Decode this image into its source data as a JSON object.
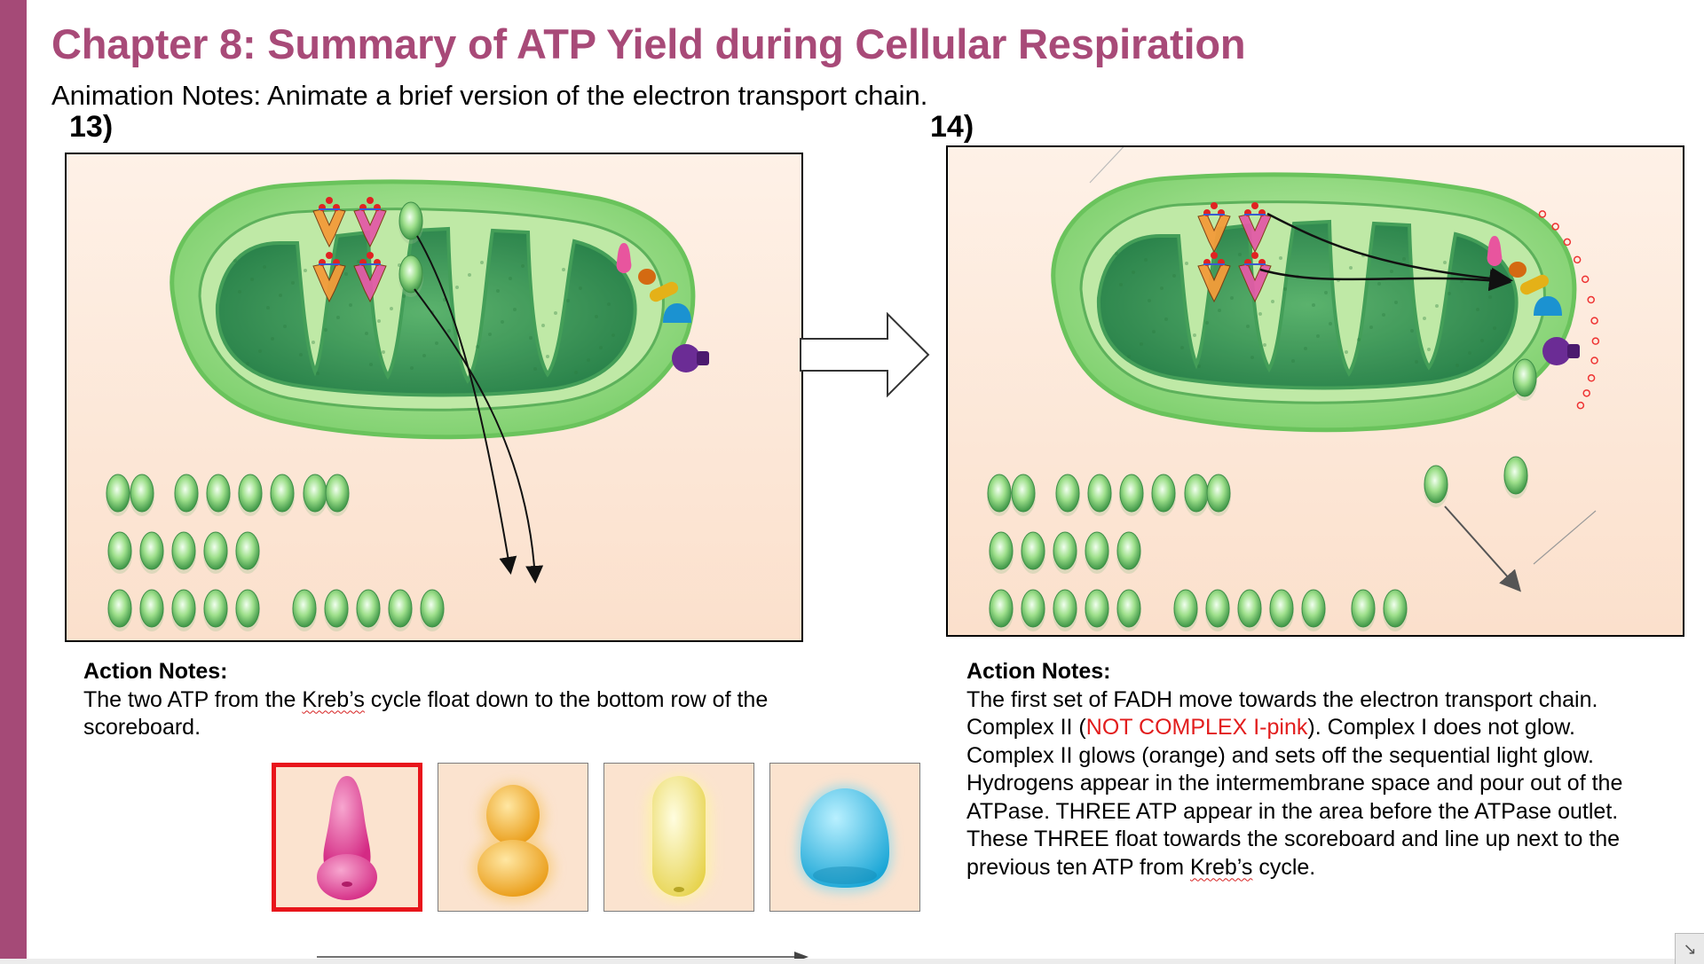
{
  "slide": {
    "title": "Chapter 8: Summary of ATP Yield during Cellular Respiration",
    "subtitle": "Animation Notes: Animate a brief version of the electron transport chain."
  },
  "panel_13": {
    "number": "13)",
    "notes_heading": "Action Notes:",
    "notes_p1": "The two ATP from the ",
    "notes_kreb": "Kreb’s",
    "notes_p2": " cycle float down to the bottom row of the scoreboard."
  },
  "panel_14": {
    "number": "14)",
    "notes_heading": "Action Notes:",
    "line1": "The first set of FADH move towards the electron transport chain.",
    "line2_a": "Complex II (",
    "line2_red": "NOT COMPLEX I-pink",
    "line2_b": "). Complex I does not glow.",
    "line3": "Complex II glows (orange) and sets off the sequential light glow.",
    "line4": "Hydrogens appear in the intermembrane space and pour out of the ATPase.  THREE ATP appear in the area before the ATPase outlet. These THREE float towards the scoreboard and line up next to the previous ten ATP from ",
    "line4_kreb": "Kreb’s",
    "line4_end": " cycle."
  },
  "complex_thumbnails": [
    {
      "name": "complex-i",
      "color": "#e8559e",
      "selected": true
    },
    {
      "name": "complex-ii",
      "color": "#f0ac22",
      "selected": false
    },
    {
      "name": "complex-iii",
      "color": "#f2e15a",
      "selected": false
    },
    {
      "name": "complex-iv",
      "color": "#27b6e6",
      "selected": false
    }
  ],
  "colors": {
    "title": "#a84a78",
    "left_bar": "#a54a77",
    "selected_border": "#e8151b",
    "atp_green": "#3f9a4d",
    "mito_membrane": "#8fd07a"
  },
  "scoreboard_13": {
    "row1_atp": 8,
    "row2_atp": 5,
    "row3_atp": 10
  },
  "scoreboard_14": {
    "row1_atp": 8,
    "row2_atp": 5,
    "row3_atp": 12,
    "floating_atp": 2
  }
}
